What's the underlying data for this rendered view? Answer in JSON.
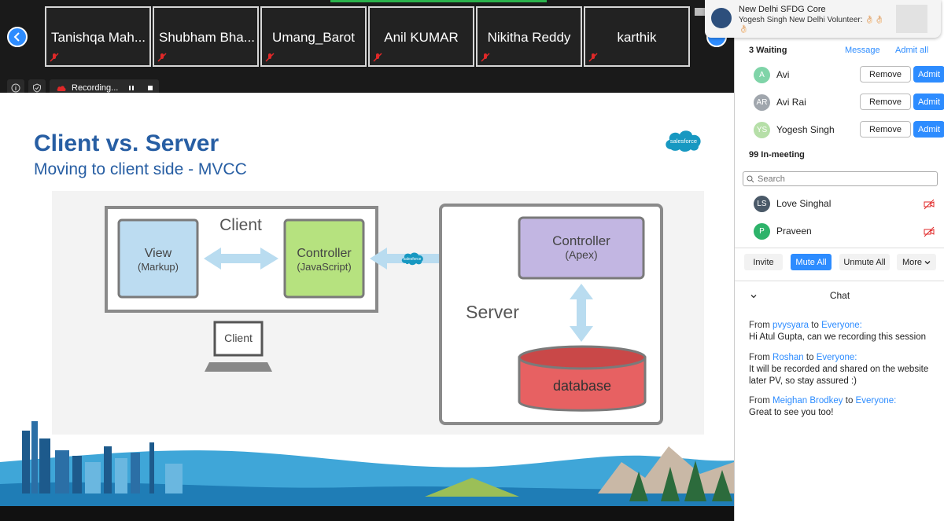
{
  "video_tiles": [
    {
      "name": "Tanishqa Mah..."
    },
    {
      "name": "Shubham Bha..."
    },
    {
      "name": "Umang_Barot"
    },
    {
      "name": "Anil KUMAR"
    },
    {
      "name": "Nikitha Reddy"
    },
    {
      "name": "karthik"
    }
  ],
  "recording": {
    "label": "Recording..."
  },
  "notification": {
    "title": "New Delhi SFDG Core",
    "message": "Yogesh Singh New Delhi Volunteer: 👌🏻👌🏻👌🏻"
  },
  "slide": {
    "title": "Client vs. Server",
    "subtitle": "Moving to client side - MVCC",
    "logo_text": "salesforce",
    "diagram": {
      "client_label": "Client",
      "view_label": "View",
      "view_sub": "(Markup)",
      "controller_label": "Controller",
      "controller_sub": "(JavaScript)",
      "server_label": "Server",
      "server_controller_label": "Controller",
      "server_controller_sub": "(Apex)",
      "database_label": "database",
      "laptop_label": "Client",
      "cloud_label": "salesforce"
    }
  },
  "participants": {
    "waiting_title": "3 Waiting",
    "message_link": "Message",
    "admit_all_link": "Admit all",
    "remove_label": "Remove",
    "admit_label": "Admit",
    "waiting": [
      {
        "initials": "A",
        "name": "Avi",
        "color": "#7fd4a8"
      },
      {
        "initials": "AR",
        "name": "Avi Rai",
        "color": "#a0a6ad"
      },
      {
        "initials": "YS",
        "name": "Yogesh Singh",
        "color": "#b6dfa8"
      }
    ],
    "in_meeting_title": "99 In-meeting",
    "search_placeholder": "Search",
    "in_meeting": [
      {
        "initials": "LS",
        "name": "Love Singhal",
        "color": "#4a5968"
      },
      {
        "initials": "P",
        "name": "Praveen",
        "color": "#2db36a"
      }
    ],
    "invite_label": "Invite",
    "mute_all_label": "Mute All",
    "unmute_all_label": "Unmute All",
    "more_label": "More"
  },
  "chat": {
    "title": "Chat",
    "from_word": "From",
    "to_word": "to",
    "messages": [
      {
        "sender": "pvysyara",
        "recipient": "Everyone:",
        "text": "Hi Atul Gupta, can we recording this session"
      },
      {
        "sender": "Roshan",
        "recipient": "Everyone:",
        "text": "It will be recorded and shared on the website later PV, so stay assured :)"
      },
      {
        "sender": "Meighan Brodkey",
        "recipient": "Everyone:",
        "text": "Great to see you too!"
      }
    ]
  },
  "colors": {
    "accent": "#2d8cff",
    "slide_title": "#275ea3",
    "mute_red": "#e02828"
  }
}
